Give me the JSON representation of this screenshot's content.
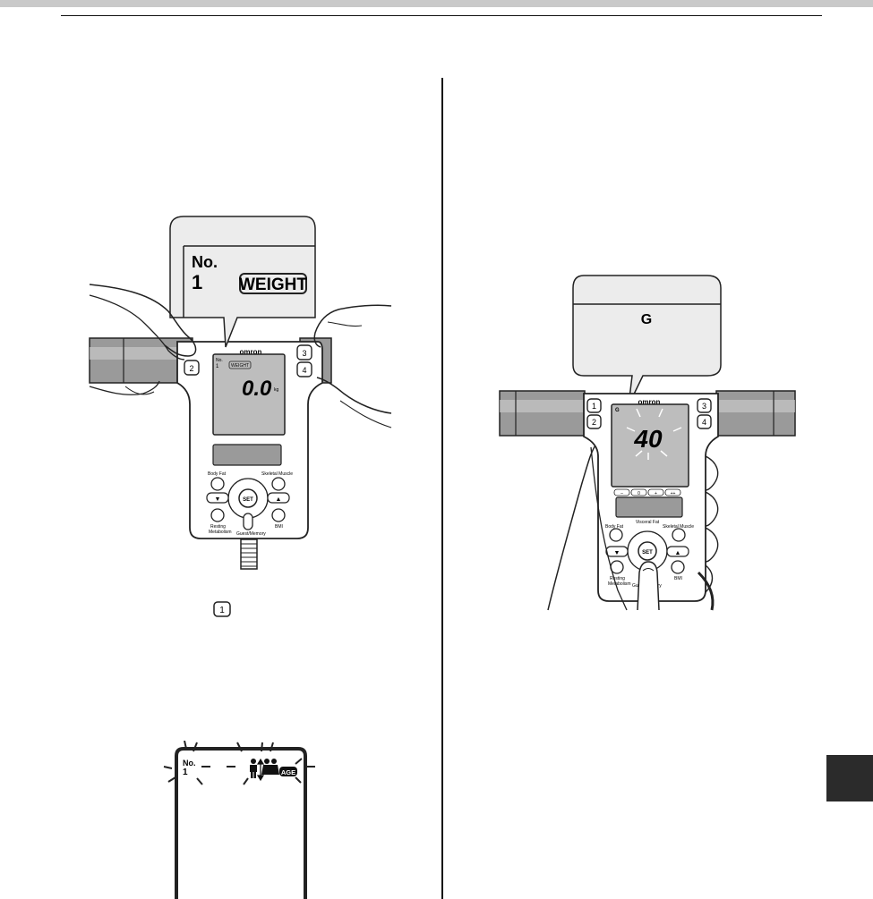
{
  "callout_left": {
    "no_label": "No.",
    "user_num": "1",
    "mode": "WEIGHT"
  },
  "device_left": {
    "brand": "omron",
    "keys": [
      "2",
      "3",
      "4"
    ],
    "lcd_no": "No.",
    "lcd_user": "1",
    "lcd_mode": "WEIGHT",
    "lcd_value": "0.0",
    "lcd_unit": "kg",
    "label_body_fat": "Body Fat",
    "label_skeletal": "Skeletal Muscle",
    "label_set": "SET",
    "label_resting_1": "Resting",
    "label_resting_2": "Metabolism",
    "label_bmi": "BMI",
    "label_guest": "Guest/Memory"
  },
  "button_one_key": {
    "label": "1"
  },
  "lcd_age": {
    "no_label": "No.",
    "user_num": "1",
    "age_badge": "AGE"
  },
  "callout_right": {
    "letter": "G"
  },
  "device_right": {
    "brand": "omron",
    "keys": [
      "1",
      "2",
      "3",
      "4"
    ],
    "lcd_g": "G",
    "lcd_value": "40",
    "scale": [
      "–",
      "0",
      "+",
      "++"
    ],
    "label_visceral": "Visceral Fat",
    "label_body_fat": "Body Fat",
    "label_skeletal": "Skeletal Muscle",
    "label_set": "SET",
    "label_resting_1": "Resting",
    "label_resting_2": "Metabolism",
    "label_bmi": "BMI",
    "label_guest": "Guest/Memory"
  },
  "colors": {
    "rule": "#111111",
    "band": "#c9c9c9",
    "tab": "#2b2b2b",
    "lcd": "#bdbdbd",
    "callout": "#ececec"
  }
}
